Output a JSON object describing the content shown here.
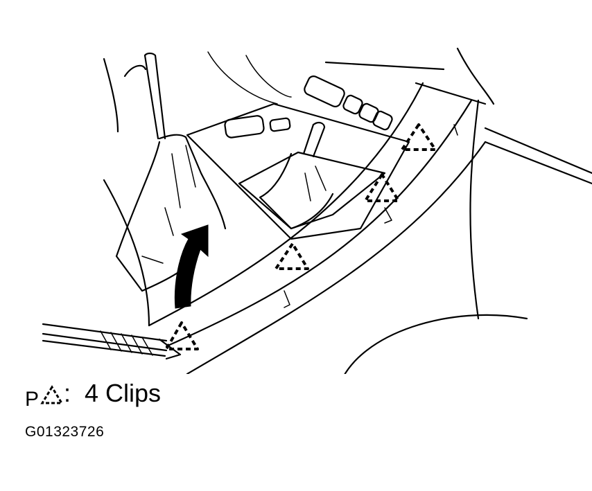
{
  "legend": {
    "prefix": "P",
    "icon": "dashed-triangle-clip-icon",
    "text": ":  4 Clips"
  },
  "figure_id": "G01323726",
  "colors": {
    "ink": "#000000",
    "paper": "#ffffff"
  }
}
